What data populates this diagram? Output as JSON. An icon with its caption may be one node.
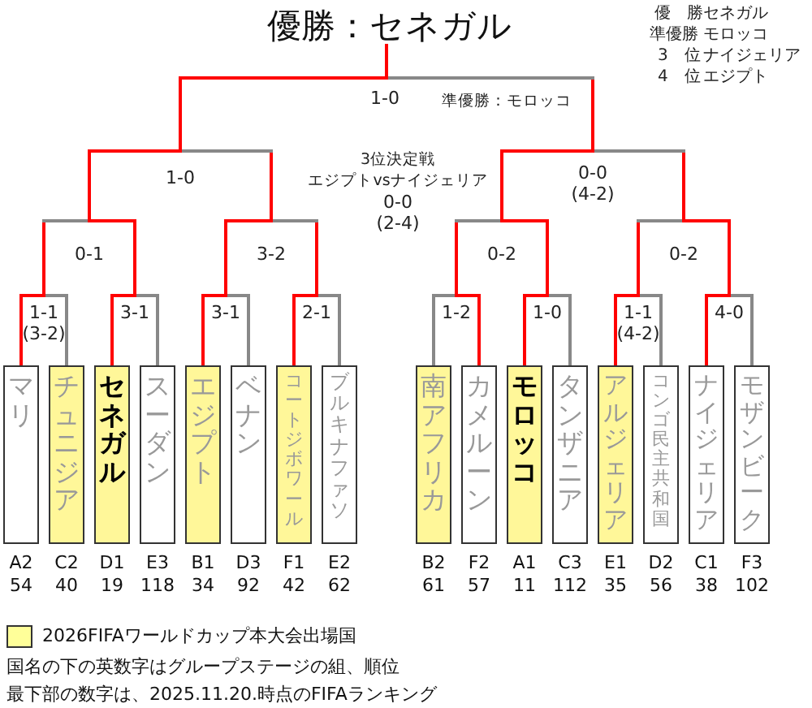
{
  "diagram": {
    "title": "優勝：セネガル",
    "nodes": [
      {
        "text": [
          "マリ"
        ],
        "beside": [
          "A2",
          "54"
        ]
      },
      {
        "text": [
          "チュニジア"
        ],
        "beside": [
          "C2",
          "40"
        ]
      },
      {
        "text": [
          "セネガル"
        ],
        "beside": [
          "D1",
          "19"
        ]
      },
      {
        "text": [
          "スーダン"
        ],
        "beside": [
          "E3",
          "118"
        ]
      },
      {
        "text": [
          "エジプト"
        ],
        "beside": [
          "B1",
          "34"
        ]
      },
      {
        "text": [
          "ベナン"
        ],
        "beside": [
          "D3",
          "92"
        ]
      },
      {
        "text": [
          "コートジボワール"
        ],
        "beside": [
          "F1",
          "42"
        ]
      },
      {
        "text": [
          "ブルキナファソ"
        ],
        "beside": [
          "E2",
          "62"
        ]
      },
      {
        "text": [
          "南アフリカ"
        ],
        "beside": [
          "B2",
          "61"
        ]
      },
      {
        "text": [
          "カメルーン"
        ],
        "beside": [
          "F2",
          "57"
        ]
      },
      {
        "text": [
          "モロッコ"
        ],
        "beside": [
          "A1",
          "11"
        ]
      },
      {
        "text": [
          "タンザニア"
        ],
        "beside": [
          "C3",
          "112"
        ]
      },
      {
        "text": [
          "アルジェリア"
        ],
        "beside": [
          "E1",
          "35"
        ]
      },
      {
        "text": [
          "コンゴ民主共和国"
        ],
        "beside": [
          "D2",
          "56"
        ]
      },
      {
        "text": [
          "ナイジェリア"
        ],
        "beside": [
          "C1",
          "38"
        ]
      },
      {
        "text": [
          "モザンビーク"
        ],
        "beside": [
          "F3",
          "102"
        ]
      }
    ],
    "labels": [
      "優　勝",
      "セネガル",
      "準優勝",
      "モロッコ",
      "3　位",
      "ナイジェリア",
      "4　位",
      "エジプト",
      "1-0",
      "準優勝：モロッコ",
      "3位決定戦",
      "エジプトvsナイジェリア",
      "0-0 (2-4)",
      "1-0",
      "0-0 (4-2)",
      "0-1",
      "3-2",
      "0-2",
      "0-2",
      "1-1 (3-2)",
      "3-1",
      "3-1",
      "2-1",
      "1-2",
      "1-0",
      "1-1 (4-2)",
      "4-0",
      "国名の下の英数字はグループステージの組、順位",
      "最下部の数字は、2025.11.20.時点のFIFAランキング"
    ],
    "legend": [
      {
        "text": "2026FIFAワールドカップ本大会出場国",
        "color": "#ffff99"
      }
    ]
  }
}
